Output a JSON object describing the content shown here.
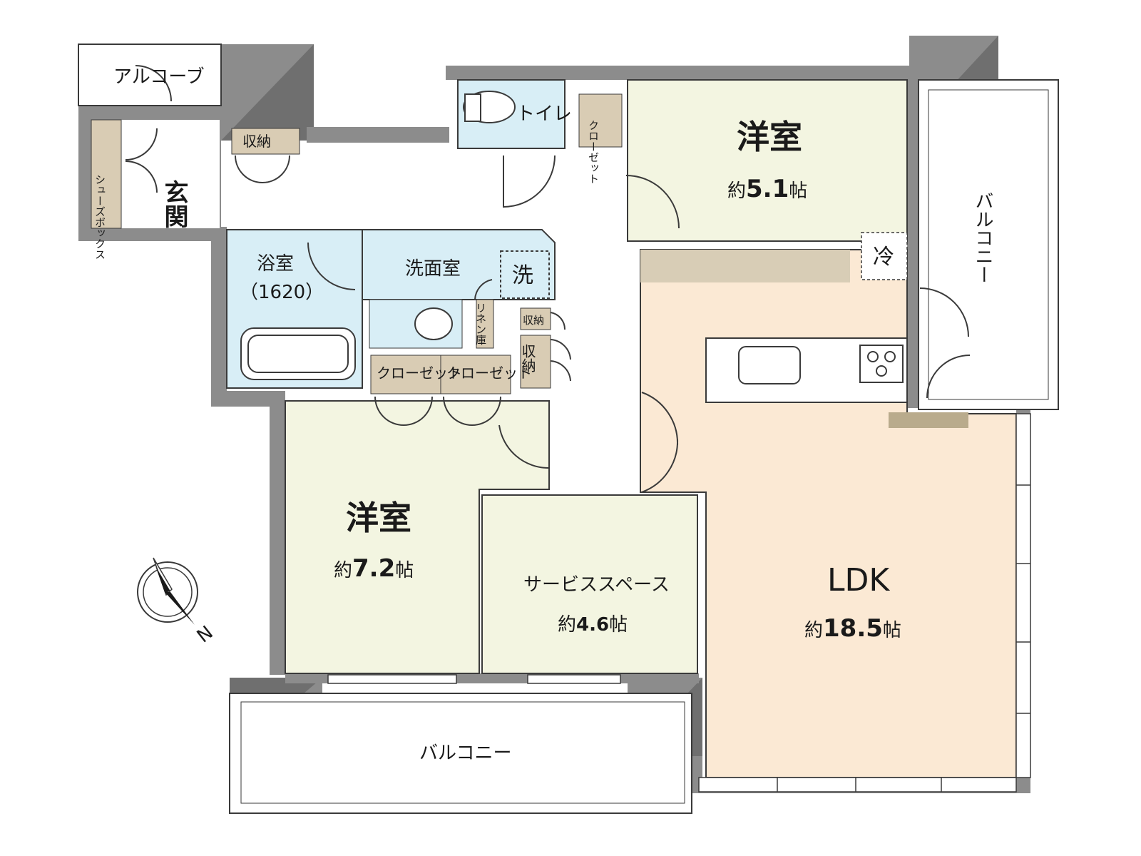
{
  "rooms": {
    "alcove": "アルコーブ",
    "entrance": "玄関",
    "shoe_box": "シューズボックス",
    "storage_entrance": "収納",
    "toilet": "トイレ",
    "closet_toilet": "クローゼット",
    "bedroom_north": {
      "name": "洋室",
      "area_prefix": "約",
      "area_value": "5.1",
      "area_unit": "帖"
    },
    "bath": {
      "name": "浴室",
      "size": "（1620）"
    },
    "washroom": "洗面室",
    "washer_mark": "洗",
    "fridge_mark": "冷",
    "linen": "リネン庫",
    "storage_small": "収納",
    "storage_tall": "収納",
    "closet_a": "クローゼット",
    "closet_b": "クローゼット",
    "bedroom_west": {
      "name": "洋室",
      "area_prefix": "約",
      "area_value": "7.2",
      "area_unit": "帖"
    },
    "service_space": {
      "name": "サービススペース",
      "area_prefix": "約",
      "area_value": "4.6",
      "area_unit": "帖"
    },
    "ldk": {
      "name": "LDK",
      "area_prefix": "約",
      "area_value": "18.5",
      "area_unit": "帖"
    },
    "balcony_east": "バルコニー",
    "balcony_south": "バルコニー"
  },
  "compass": {
    "north_label": "N"
  },
  "colors": {
    "wall": "#8c8c8c",
    "western_room": "#f3f5e1",
    "ldk": "#fbe9d4",
    "wet_area": "#d8eef6",
    "storage": "#d9ccb4",
    "counter": "#d8cdb6",
    "line": "#3a3a3a"
  }
}
